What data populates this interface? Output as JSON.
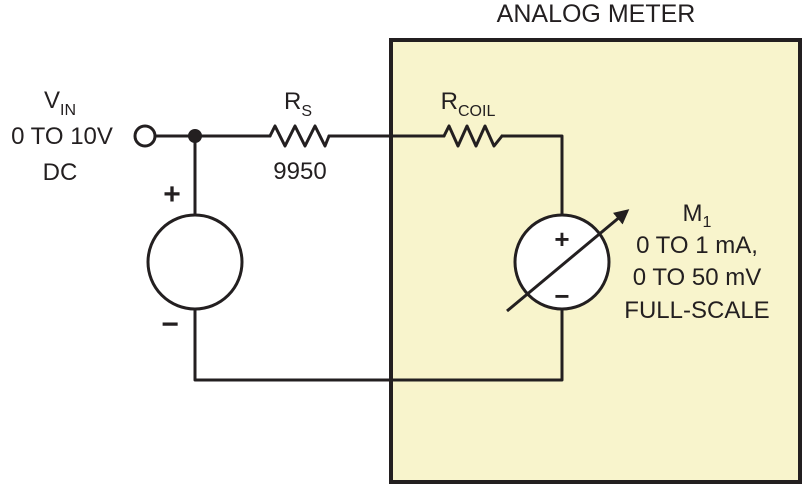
{
  "colors": {
    "ink": "#231f20",
    "meter_box_fill": "#f8f4cc",
    "background": "#ffffff"
  },
  "icons": {
    "input_terminal": "open-circle-terminal-icon",
    "junction": "junction-dot-icon",
    "resistor": "resistor-zigzag-icon",
    "voltage_source": "voltage-source-circle-icon",
    "meter": "meter-movement-arrow-icon"
  },
  "meter_box": {
    "title": "ANALOG METER"
  },
  "input": {
    "name_main": "V",
    "name_sub": "IN",
    "range": "0 TO 10V",
    "type": "DC"
  },
  "series_resistor": {
    "name_main": "R",
    "name_sub": "S",
    "value": "9950"
  },
  "coil_resistor": {
    "name_main": "R",
    "name_sub": "COIL"
  },
  "source": {
    "plus": "+",
    "minus": "−"
  },
  "meter": {
    "name_main": "M",
    "name_sub": "1",
    "spec_line1": "0 TO 1 mA,",
    "spec_line2": "0 TO 50 mV",
    "spec_line3": "FULL-SCALE",
    "plus": "+",
    "minus": "−"
  }
}
